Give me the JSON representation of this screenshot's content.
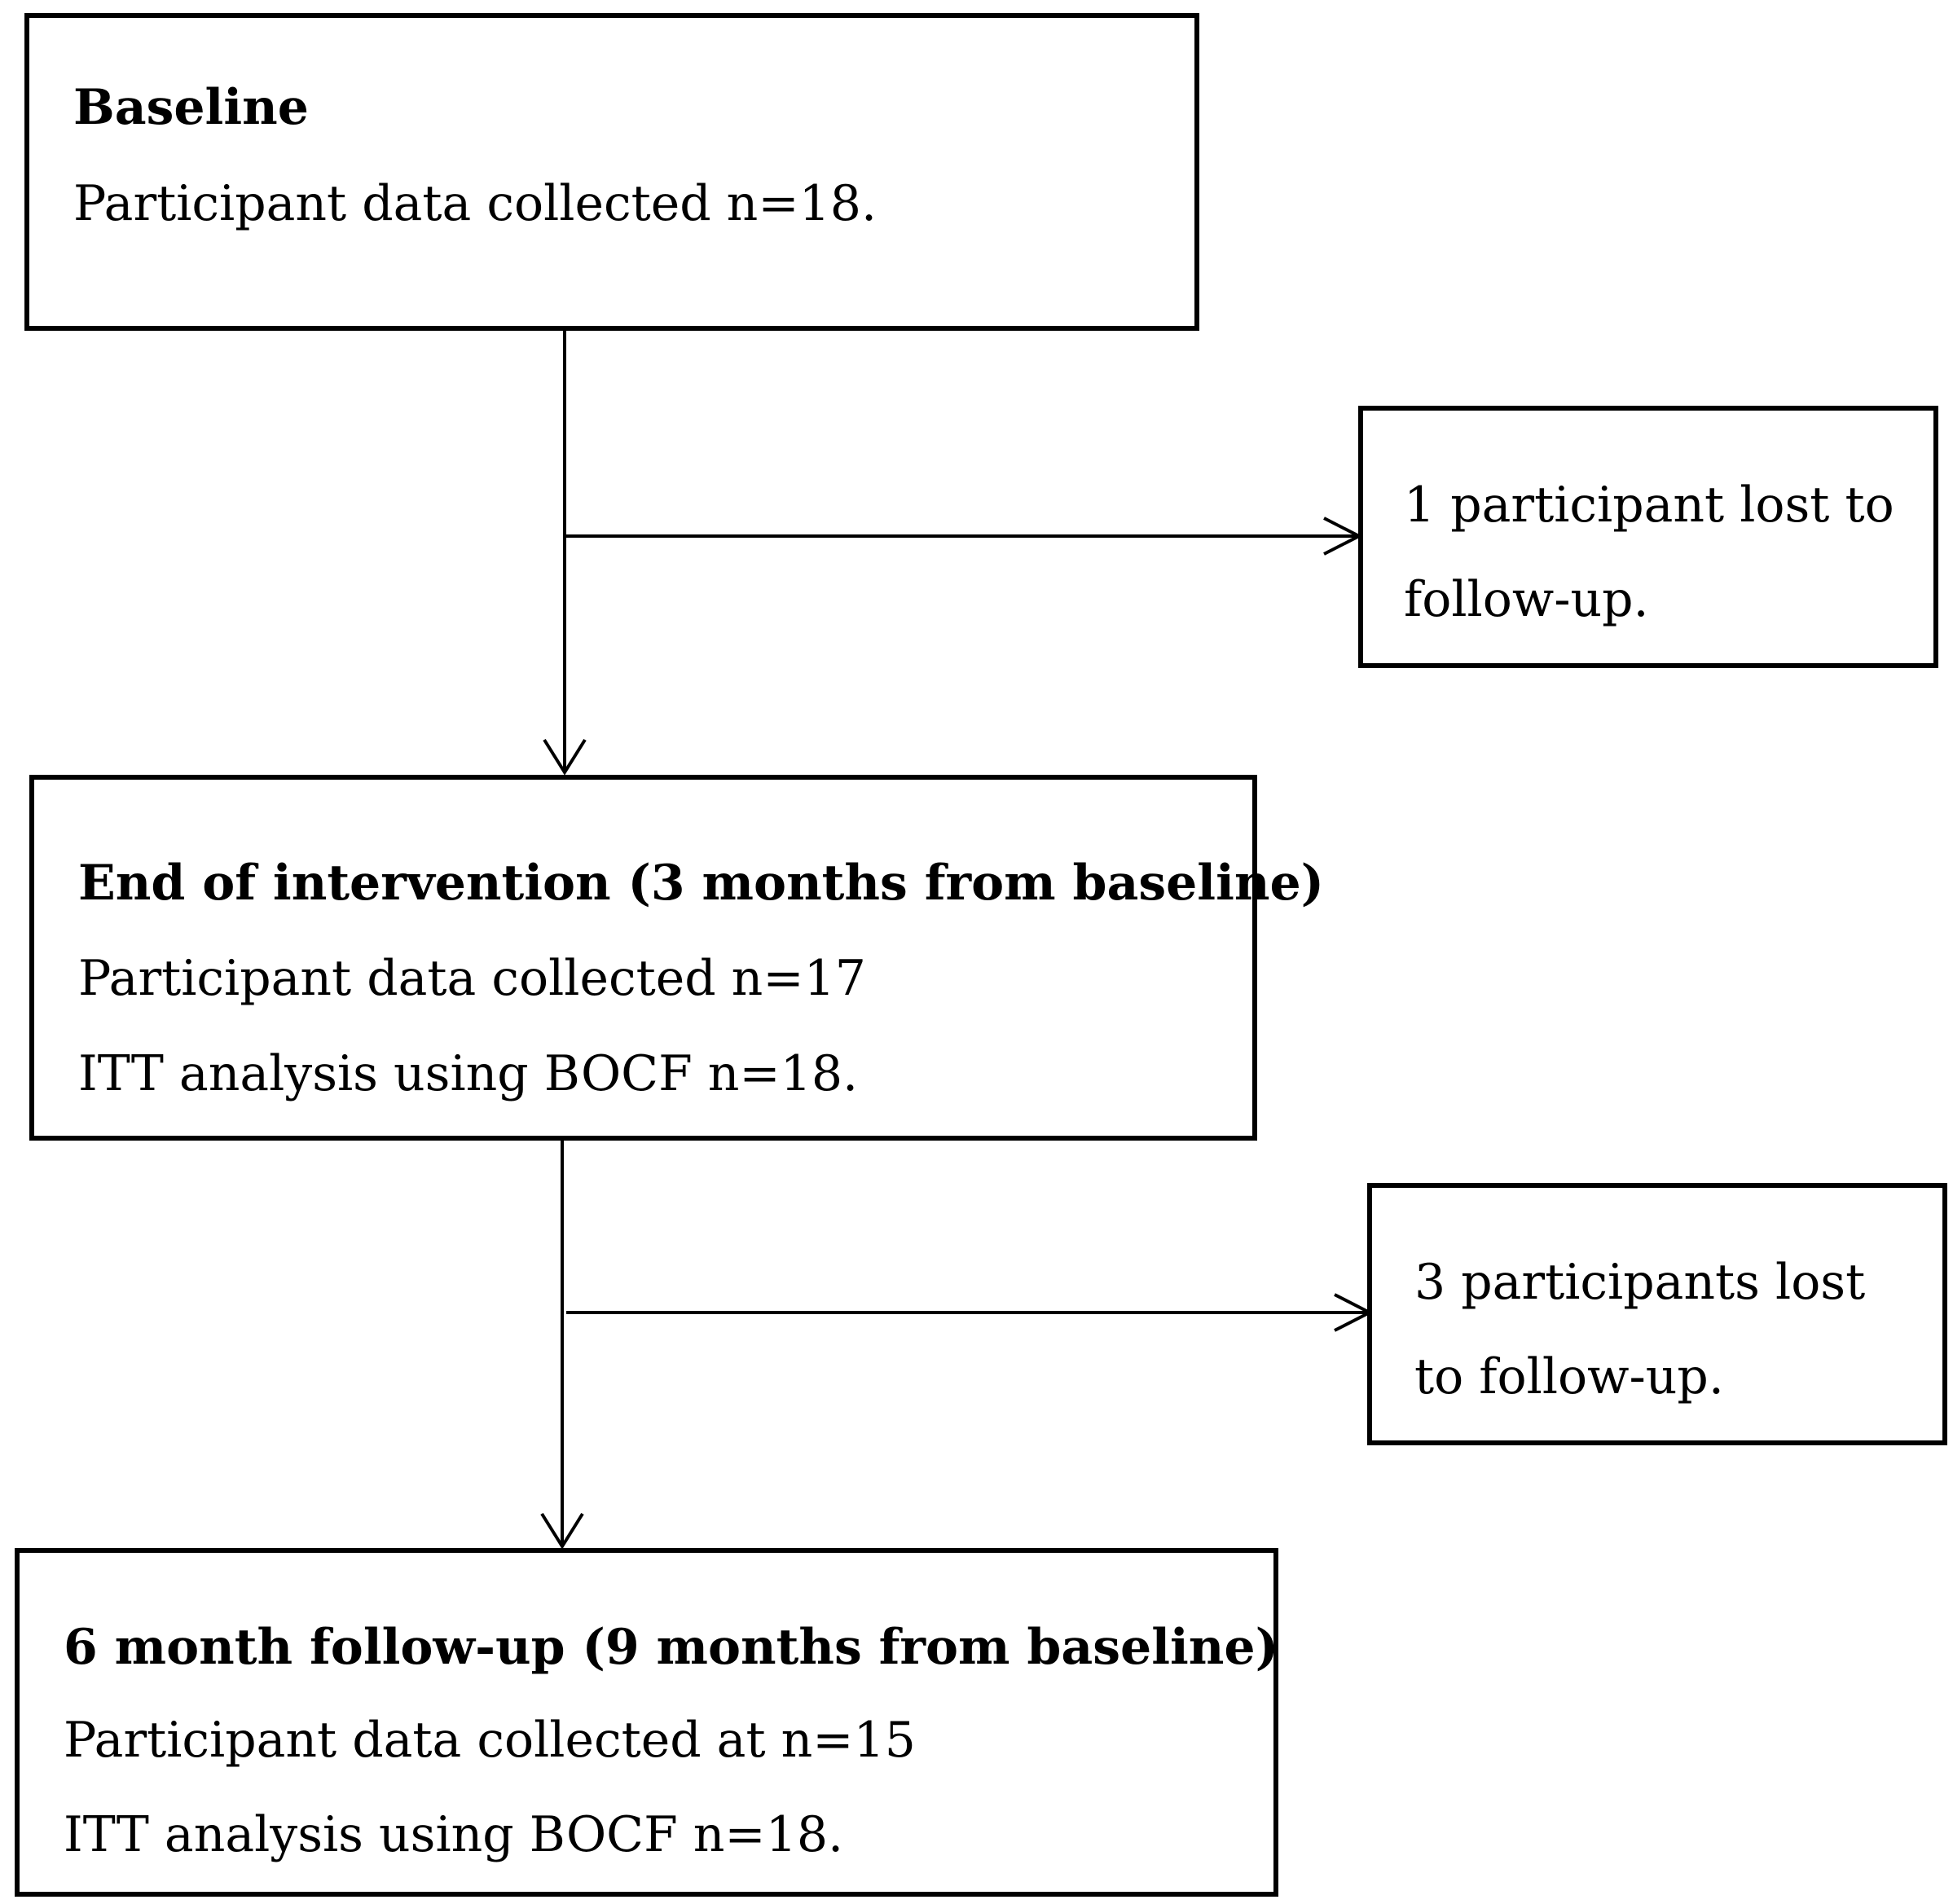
{
  "stages": {
    "baseline": {
      "title": "Baseline",
      "lines": [
        "Participant data collected n=18."
      ]
    },
    "end_of_intervention": {
      "title": "End of intervention (3 months from baseline)",
      "lines": [
        "Participant data collected n=17",
        "ITT analysis using BOCF n=18."
      ]
    },
    "follow_up": {
      "title": "6 month follow-up (9 months from baseline)",
      "lines": [
        "Participant data collected at n=15",
        "ITT analysis using BOCF n=18."
      ]
    }
  },
  "losses": {
    "first": {
      "lines": [
        "1 participant lost to",
        "follow-up."
      ]
    },
    "second": {
      "lines": [
        "3 participants lost",
        "to follow-up."
      ]
    }
  },
  "colors": {
    "stroke": "#000000",
    "background": "#ffffff"
  }
}
